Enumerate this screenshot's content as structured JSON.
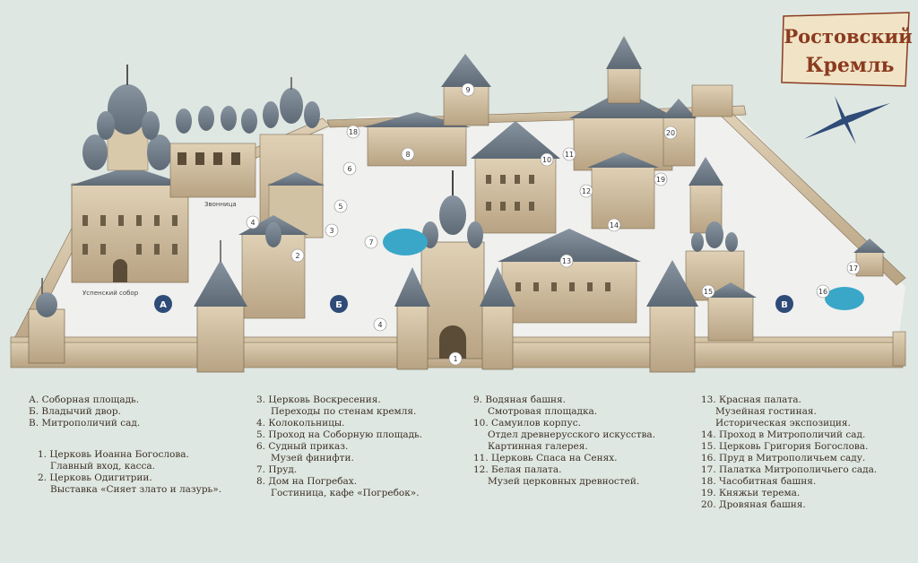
{
  "title": {
    "line1": "Ростовский",
    "line2": "Кремль"
  },
  "map_labels": {
    "zones": [
      "А",
      "Б",
      "В"
    ],
    "uspensky": "Успенский собор",
    "zvonnitsa": "Звонница",
    "numbers": [
      "1",
      "2",
      "3",
      "4",
      "5",
      "6",
      "7",
      "8",
      "9",
      "10",
      "11",
      "12",
      "13",
      "14",
      "15",
      "16",
      "17",
      "18",
      "19",
      "20",
      "4"
    ]
  },
  "legend": {
    "col1": {
      "zones": [
        "А. Соборная площадь.",
        "Б. Владычий двор.",
        "В. Митрополичий сад."
      ],
      "items": [
        {
          "main": "1. Церковь Иоанна Богослова.",
          "sub": "Главный вход, касса."
        },
        {
          "main": "2. Церковь Одигитрии.",
          "sub": "Выставка «Сияет злато и лазурь»."
        }
      ]
    },
    "col2": [
      {
        "main": "3. Церковь Воскресения.",
        "sub": "Переходы по стенам кремля."
      },
      {
        "main": "4. Колокольницы.",
        "sub": ""
      },
      {
        "main": "5. Проход на Соборную площадь.",
        "sub": ""
      },
      {
        "main": "6. Судный приказ.",
        "sub": "Музей финифти."
      },
      {
        "main": "7. Пруд.",
        "sub": ""
      },
      {
        "main": "8. Дом на Погребах.",
        "sub": "Гостиница, кафе «Погребок»."
      }
    ],
    "col3": [
      {
        "main": "9. Водяная башня.",
        "sub": "Смотровая площадка."
      },
      {
        "main": "10. Самуилов корпус.",
        "sub": "Отдел древнерусского искусства.",
        "sub2": "Картинная галерея."
      },
      {
        "main": "11. Церковь Спаса на Сенях.",
        "sub": ""
      },
      {
        "main": "12. Белая палата.",
        "sub": "Музей церковных древностей."
      }
    ],
    "col4": [
      {
        "main": "13. Красная палата.",
        "sub": "Музейная гостиная.",
        "sub2": "Историческая экспозиция."
      },
      {
        "main": "14. Проход в Митрополичий сад.",
        "sub": ""
      },
      {
        "main": "15. Церковь Григория Богослова.",
        "sub": ""
      },
      {
        "main": "16. Пруд в Митрополичьем саду.",
        "sub": ""
      },
      {
        "main": "17. Палатка Митрополичьего сада.",
        "sub": ""
      },
      {
        "main": "18. Часобитная башня.",
        "sub": ""
      },
      {
        "main": "19. Княжьи терема.",
        "sub": ""
      },
      {
        "main": "20. Дровяная башня.",
        "sub": ""
      }
    ]
  },
  "colors": {
    "wall": "#c9b79a",
    "roof": "#6f7c88",
    "ground": "#ececec",
    "water": "#3aa7c9",
    "badge": "#2f4b78"
  }
}
